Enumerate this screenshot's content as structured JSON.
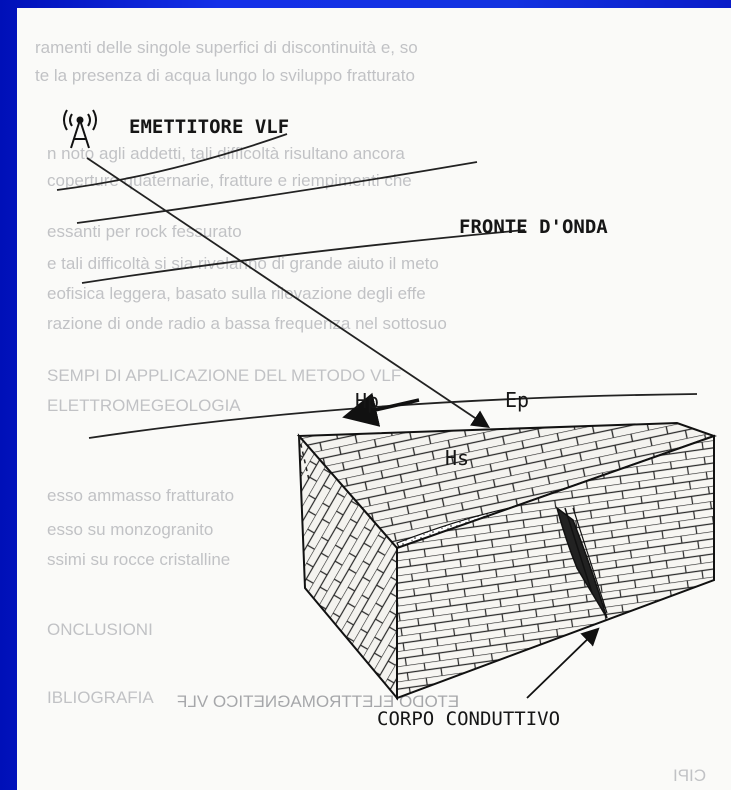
{
  "diagram": {
    "labels": {
      "transmitter": "EMETTITORE VLF",
      "wavefront": "FRONTE D'ONDA",
      "primary_field": "Hp",
      "primary_field_e": "Ep",
      "secondary_field": "Hs",
      "conductor": "CORPO CONDUTTIVO"
    },
    "icon": "antenna-icon"
  },
  "bleed_through": {
    "line1": "ramenti delle singole superfici di discontinuità e, so",
    "line2": "te la presenza di acqua lungo lo sviluppo fratturato",
    "line3": "n noto agli addetti, tali difficoltà risultano ancora",
    "line4": "coperture quaternarie, fratture e riempimenti che",
    "line5": "essanti per rock fessurato",
    "line6": "e tali difficoltà si sia rivelanno di grande aiuto il meto",
    "line7": "eofisica leggera, basato sulla rilevazione degli effe",
    "line8": "razione di onde radio a bassa frequenza nel sottosuo",
    "line9": "SEMPI DI APPLICAZIONE DEL METODO VLF",
    "line10": "ELETTROMEGEOLOGIA",
    "line11": "esso ammasso fratturato",
    "line12": "esso su monzogranito",
    "line13": "ssimi su rocce cristalline",
    "line14": "ONCLUSIONI",
    "line15": "IBLIOGRAFIA",
    "line16": "ETODO ELETTROMAGNETICO VLF",
    "line17": "CIPI"
  }
}
